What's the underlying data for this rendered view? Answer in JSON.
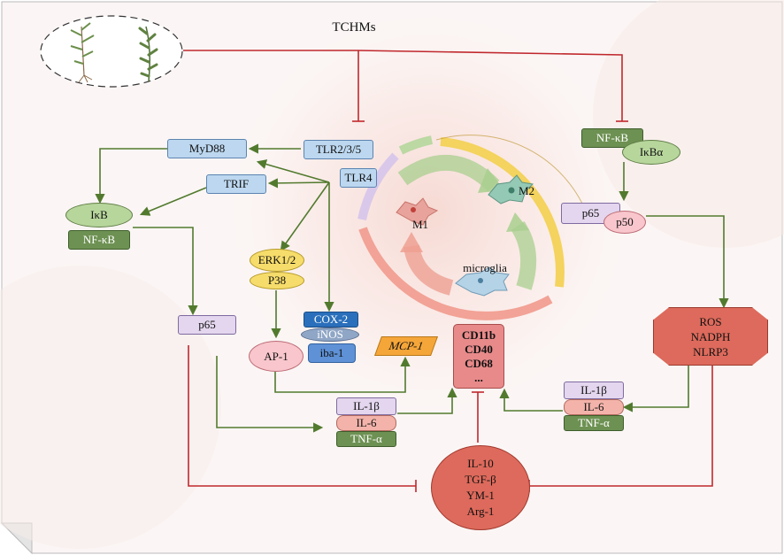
{
  "title": "TCHMs",
  "receptors": {
    "tlr235": "TLR2/3/5",
    "tlr4": "TLR4",
    "myd88": "MyD88",
    "trif": "TRIF"
  },
  "left_pathway": {
    "ikb": "IκB",
    "nfkb": "NF-κB",
    "p65": "p65",
    "erk": "ERK1/2",
    "p38": "P38",
    "ap1": "AP-1",
    "cox2": "COX-2",
    "inos": "iNOS",
    "iba1": "iba-1",
    "mcp1": "MCP-1"
  },
  "right_pathway": {
    "nfkb": "NF-κB",
    "ikba": "IκBα",
    "p65": "p65",
    "p50": "p50",
    "ros": [
      "ROS",
      "NADPH",
      "NLRP3"
    ]
  },
  "cells": {
    "m1": "M1",
    "m2": "M2",
    "microglia": "microglia"
  },
  "markers": [
    "CD11b",
    "CD40",
    "CD68",
    "..."
  ],
  "cytokines_left": [
    "IL-1β",
    "IL-6",
    "TNF-α"
  ],
  "cytokines_right": [
    "IL-1β",
    "IL-6",
    "TNF-α"
  ],
  "anti_inflammatory": [
    "IL-10",
    "TGF-β",
    "YM-1",
    "Arg-1"
  ],
  "colors": {
    "activation_arrow": "#527a2e",
    "inhibition_line": "#c0282d",
    "ring_yellow": "#f4d35e",
    "ring_pink": "#f2a296",
    "ring_lavender": "#d9c8ea",
    "ring_green": "#bcd8a3"
  }
}
